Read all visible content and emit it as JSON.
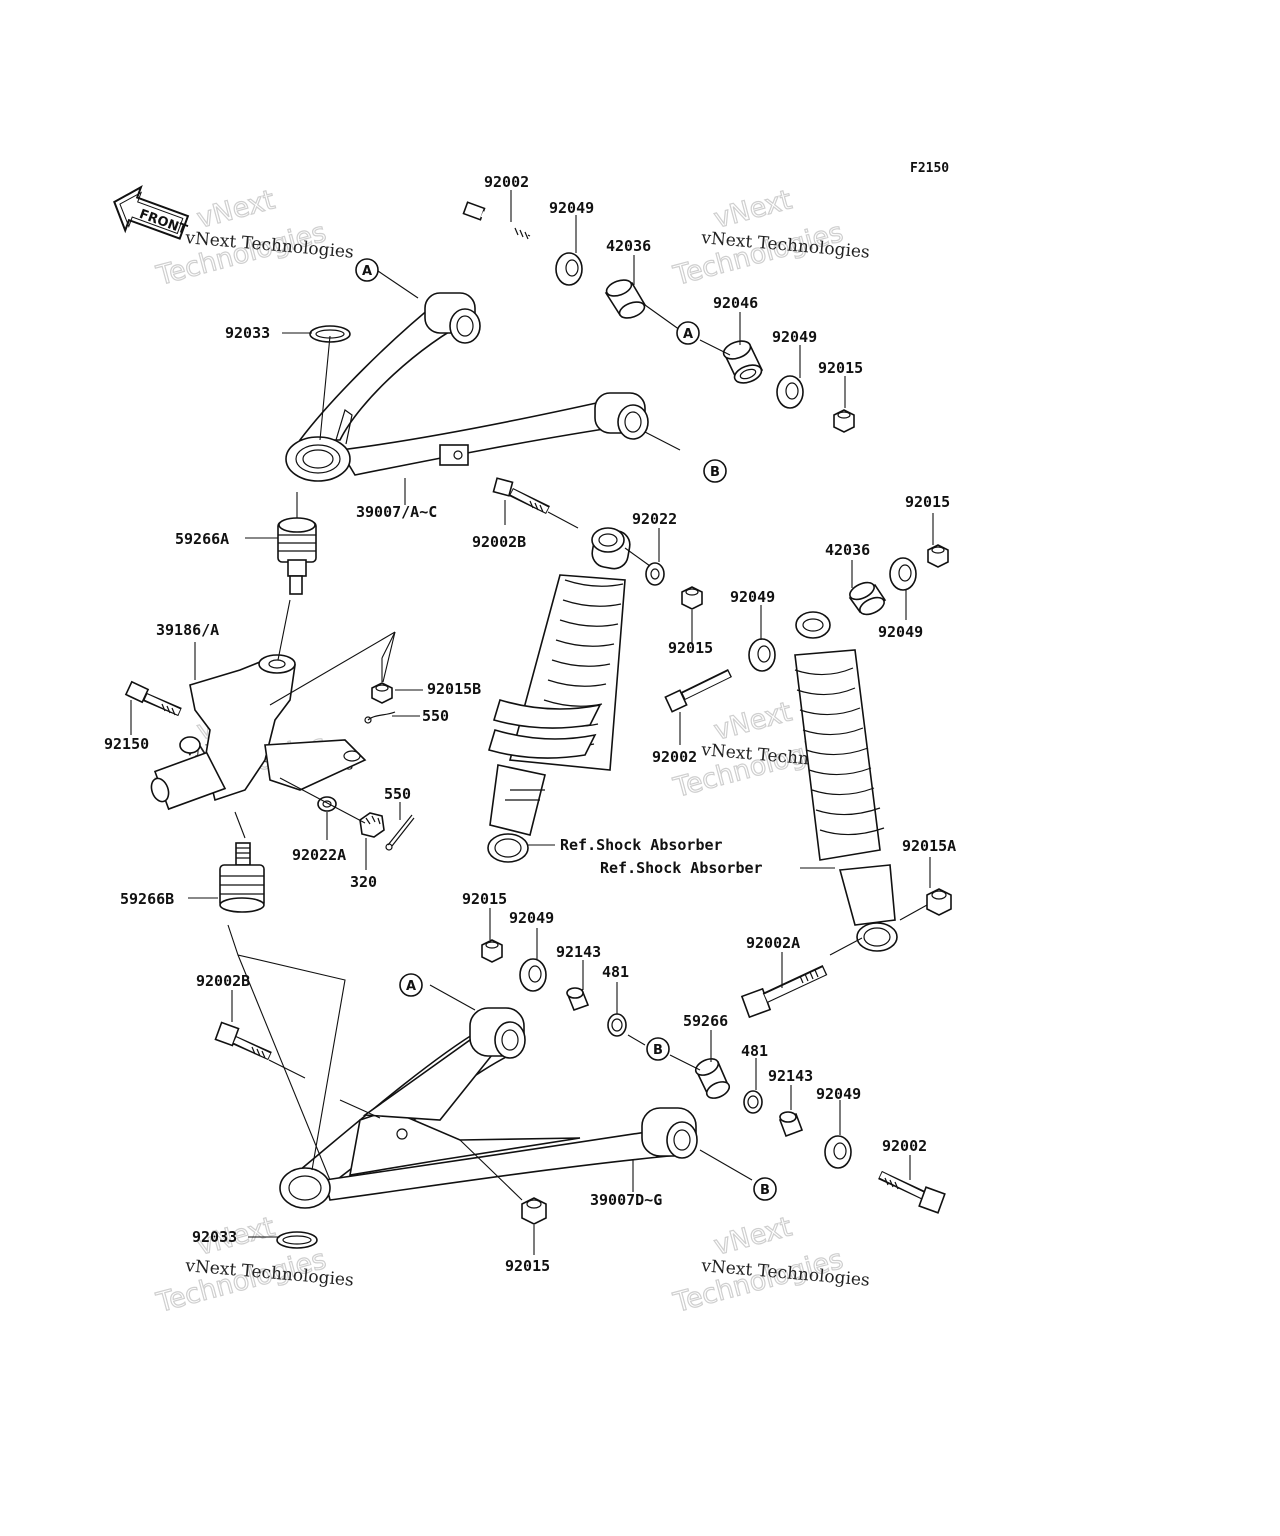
{
  "figure_code": "F2150",
  "front_label": "FRONT",
  "watermark": {
    "line1": "vNext Technologies",
    "big1": "vNext",
    "big2": "Technologies"
  },
  "callouts": {
    "A": "A",
    "B": "B"
  },
  "labels": {
    "p92002_top": "92002",
    "p92049_top": "92049",
    "p42036_top": "42036",
    "p92046": "92046",
    "p92049_upper_r": "92049",
    "p92015_upper_r": "92015",
    "p92033_top": "92033",
    "p39007_upper": "39007/A~C",
    "p92002B_mid": "92002B",
    "p92022": "92022",
    "p92015_far_r": "92015",
    "p42036_r": "42036",
    "p59266A": "59266A",
    "p92049_mid_r": "92049",
    "p92049_far_r": "92049",
    "p92015_mid": "92015",
    "p39186": "39186/A",
    "p92015B": "92015B",
    "p550_top": "550",
    "p92150": "92150",
    "p92002_mid": "92002",
    "p550_low": "550",
    "p92022A": "92022A",
    "p320": "320",
    "ref_shock_1": "Ref.Shock Absorber",
    "ref_shock_2": "Ref.Shock Absorber",
    "p92015A": "92015A",
    "p59266B": "59266B",
    "p92015_low_l": "92015",
    "p92049_low_l": "92049",
    "p92143_l": "92143",
    "p481_l": "481",
    "p92002A": "92002A",
    "p92002B_low": "92002B",
    "p59266": "59266",
    "p481_r": "481",
    "p92143_r": "92143",
    "p92049_low_r": "92049",
    "p92002_low": "92002",
    "p39007_lower": "39007D~G",
    "p92033_low": "92033",
    "p92015_bottom": "92015"
  }
}
